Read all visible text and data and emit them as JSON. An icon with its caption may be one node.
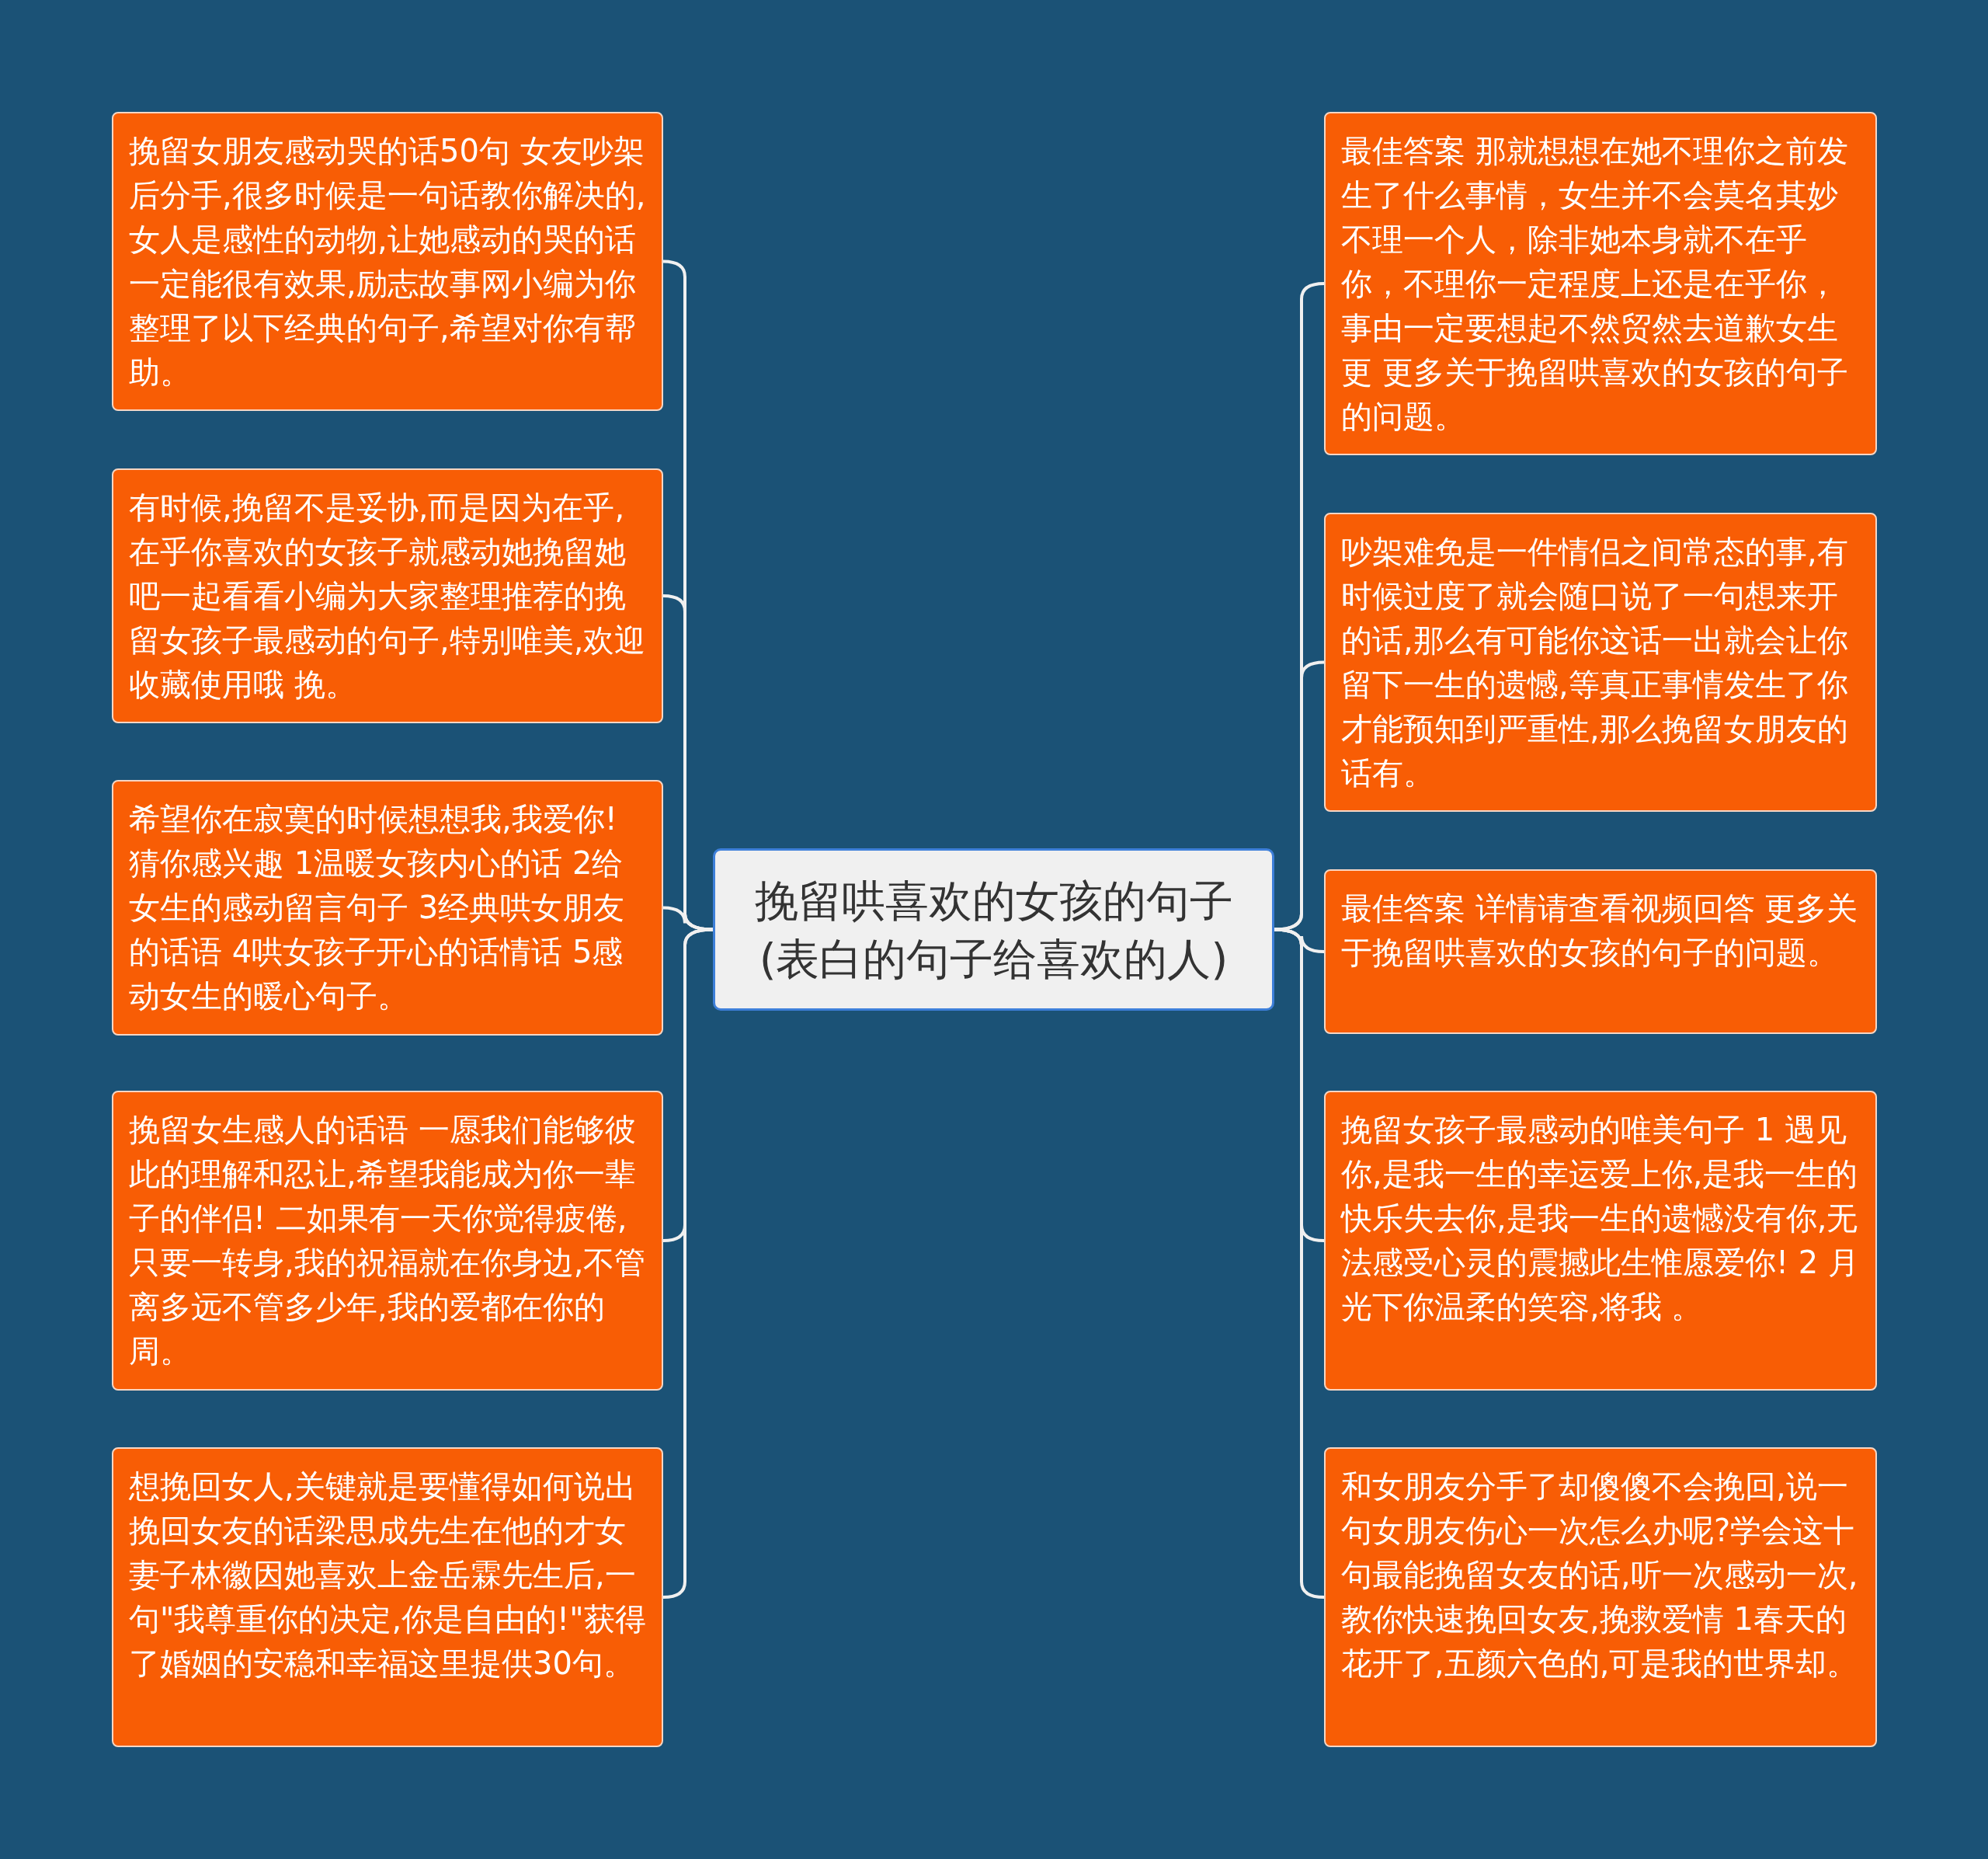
{
  "diagram": {
    "nodes": [
      {
        "text": [
          "挽留哄喜欢的女孩的句子(表白的句子给喜欢的人)"
        ]
      },
      {
        "text": [
          "挽留女朋友感动哭的话50句 女友吵架后分手,很多时候是一句话教你解决的,女人是感性的动物,让她感动的哭的话一定能很有效果,励志故事网小编为你整理了以下经典的句子,希望对你有帮助。"
        ]
      },
      {
        "text": [
          "有时候,挽留不是妥协,而是因为在乎,在乎你喜欢的女孩子就感动她挽留她吧一起看看小编为大家整理推荐的挽留女孩子最感动的句子,特别唯美,欢迎收藏使用哦 挽。"
        ]
      },
      {
        "text": [
          "希望你在寂寞的时候想想我,我爱你! 猜你感兴趣 1温暖女孩内心的话 2给女生的感动留言句子 3经典哄女朋友的话语 4哄女孩子开心的话情话 5感动女生的暖心句子。"
        ]
      },
      {
        "text": [
          "挽留女生感人的话语 一愿我们能够彼此的理解和忍让,希望我能成为你一辈子的伴侣! 二如果有一天你觉得疲倦,只要一转身,我的祝福就在你身边,不管离多远不管多少年,我的爱都在你的周。"
        ]
      },
      {
        "text": [
          "想挽回女人,关键就是要懂得如何说出挽回女友的话梁思成先生在他的才女妻子林徽因她喜欢上金岳霖先生后,一句\"我尊重你的决定,你是自由的!\"获得了婚姻的安稳和幸福这里提供30句。"
        ]
      },
      {
        "text": [
          "最佳答案 那就想想在她不理你之前发生了什么事情，女生并不会莫名其妙不理一个人，除非她本身就不在乎你，不理你一定程度上还是在乎你，事由一定要想起不然贸然去道歉女生更    更多关于挽留哄喜欢的女孩的句子的问题。"
        ]
      },
      {
        "text": [
          "吵架难免是一件情侣之间常态的事,有时候过度了就会随口说了一句想来开的话,那么有可能你这话一出就会让你留下一生的遗憾,等真正事情发生了你才能预知到严重性,那么挽留女朋友的话有。"
        ]
      },
      {
        "text": [
          "最佳答案 详情请查看视频回答 更多关于挽留哄喜欢的女孩的句子的问题。"
        ]
      },
      {
        "text": [
          "挽留女孩子最感动的唯美句子 1 遇见你,是我一生的幸运爱上你,是我一生的快乐失去你,是我一生的遗憾没有你,无法感受心灵的震撼此生惟愿爱你! 2 月光下你温柔的笑容,将我 。"
        ]
      },
      {
        "text": [
          "和女朋友分手了却傻傻不会挽回,说一句女朋友伤心一次怎么办呢?学会这十句最能挽留女友的话,听一次感动一次,教你快速挽回女友,挽救爱情 1春天的花开了,五颜六色的,可是我的世界却。"
        ]
      }
    ],
    "edges": [
      {
        "from": 0,
        "to": 1,
        "arrow": "none"
      },
      {
        "from": 0,
        "to": 2,
        "arrow": "none"
      },
      {
        "from": 0,
        "to": 3,
        "arrow": "none"
      },
      {
        "from": 0,
        "to": 4,
        "arrow": "none"
      },
      {
        "from": 0,
        "to": 5,
        "arrow": "none"
      },
      {
        "from": 0,
        "to": 6,
        "arrow": "none"
      },
      {
        "from": 0,
        "to": 7,
        "arrow": "none"
      },
      {
        "from": 0,
        "to": 8,
        "arrow": "none"
      },
      {
        "from": 0,
        "to": 9,
        "arrow": "none"
      },
      {
        "from": 0,
        "to": 10,
        "arrow": "none"
      }
    ]
  }
}
